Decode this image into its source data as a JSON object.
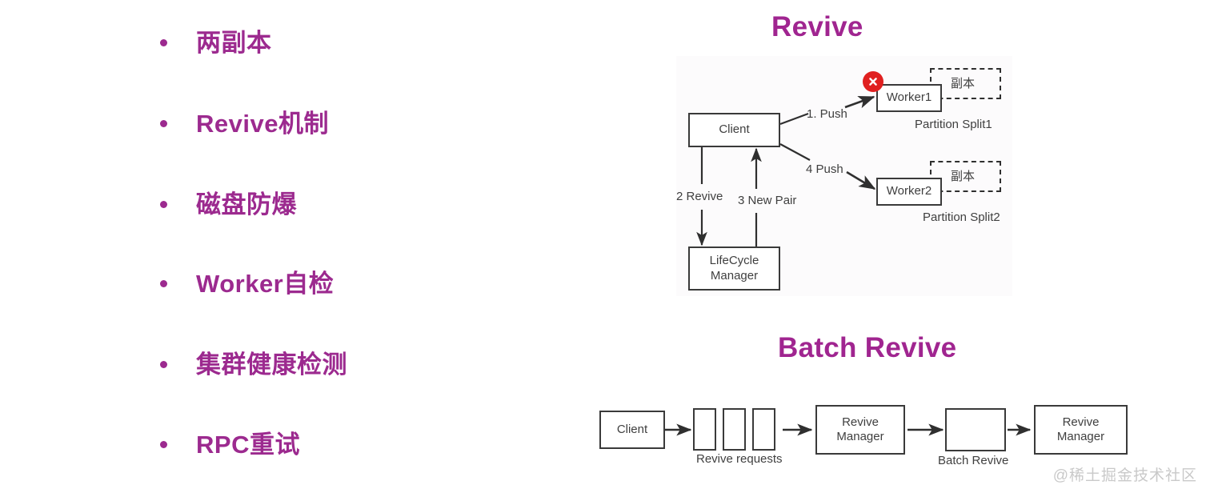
{
  "theme": {
    "accent_purple": "#9c2a8f",
    "title_purple": "#a02590",
    "box_stroke": "#3a3a3a",
    "box_text": "#3f3f3f",
    "error_red": "#e02020",
    "background": "#ffffff",
    "watermark_gray": "#c9c9c9"
  },
  "bullets": [
    {
      "label": "两副本"
    },
    {
      "label": "Revive机制"
    },
    {
      "label": "磁盘防爆"
    },
    {
      "label": "Worker自检"
    },
    {
      "label": "集群健康检测"
    },
    {
      "label": "RPC重试"
    }
  ],
  "revive": {
    "title": "Revive",
    "nodes": {
      "client": "Client",
      "lifecycle_manager": "LifeCycle\nManager",
      "lifecycle_manager_line1": "LifeCycle",
      "lifecycle_manager_line2": "Manager",
      "worker1": "Worker1",
      "worker2": "Worker2"
    },
    "replica_label_1": "副本",
    "replica_label_2": "副本",
    "captions": {
      "split1": "Partition Split1",
      "split2": "Partition Split2"
    },
    "edges": {
      "push1": "1. Push",
      "revive2": "2 Revive",
      "new_pair3": "3 New Pair",
      "push4": "4 Push"
    },
    "error_icon": "error-x-icon"
  },
  "batch_revive": {
    "title": "Batch Revive",
    "nodes": {
      "client": "Client",
      "revive_manager_1_line1": "Revive",
      "revive_manager_1_line2": "Manager",
      "batch_box": "",
      "revive_manager_2_line1": "Revive",
      "revive_manager_2_line2": "Manager"
    },
    "captions": {
      "revive_requests": "Revive requests",
      "batch_revive": "Batch Revive"
    },
    "request_queue_count": 3
  },
  "watermark": {
    "text": "@稀土掘金技术社区"
  }
}
